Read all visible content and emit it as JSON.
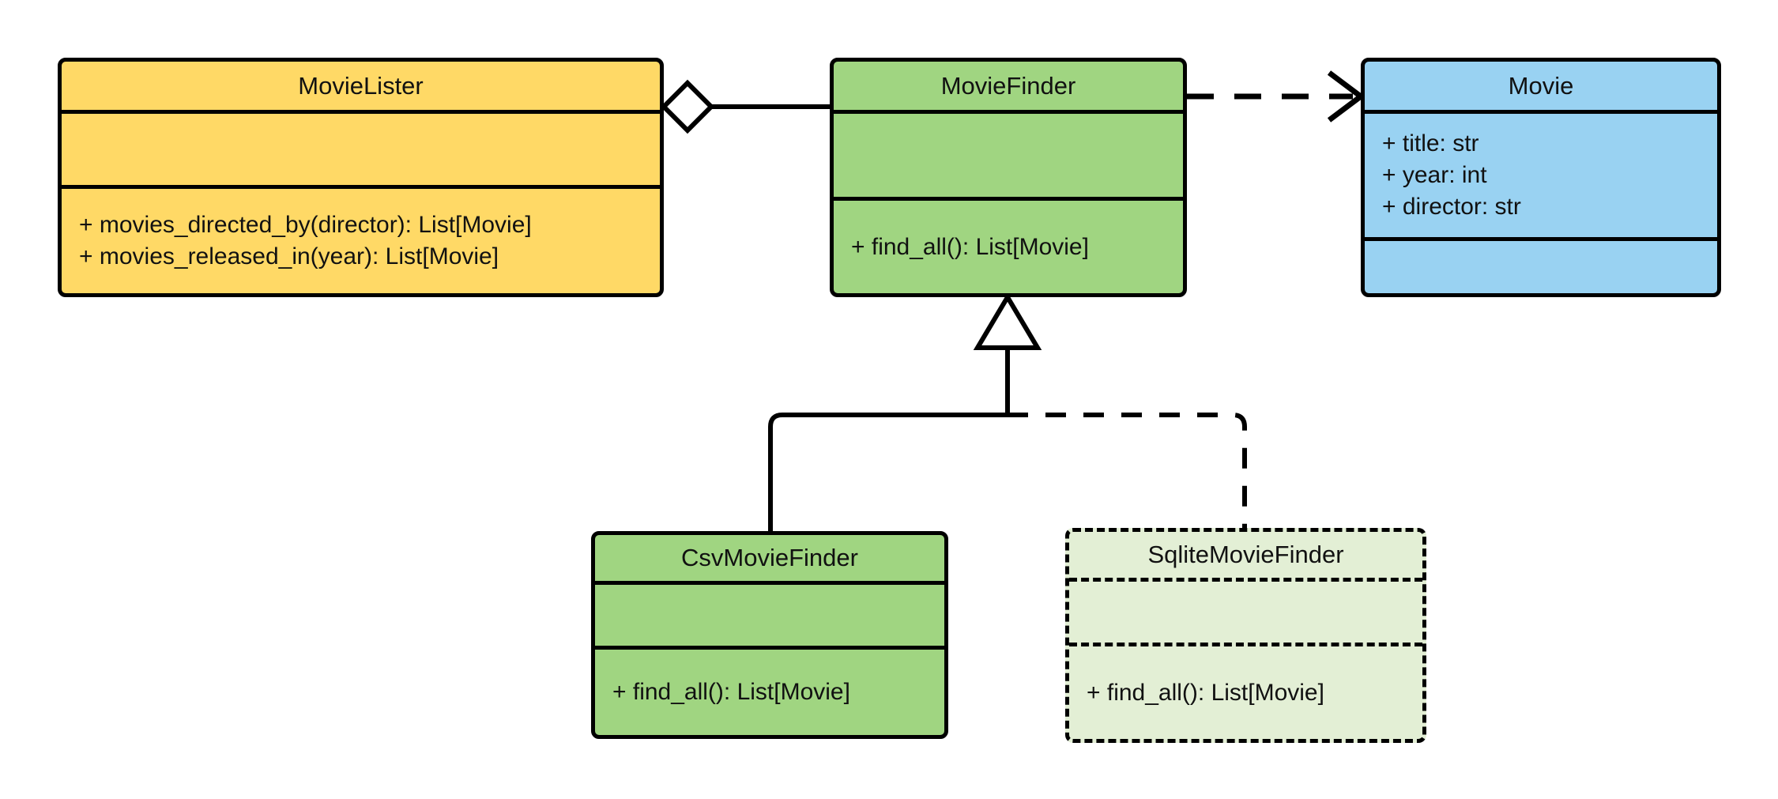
{
  "diagram": {
    "type": "uml-class-diagram",
    "background": "#ffffff",
    "palette": {
      "yellow": "#FFD966",
      "green": "#A0D581",
      "light_green": "#E3EFD5",
      "blue": "#99D2F2",
      "line": "#000000"
    }
  },
  "classes": {
    "movie_lister": {
      "name": "MovieLister",
      "fill": "#FFD966",
      "style": "solid",
      "attributes": [],
      "operations": [
        "+ movies_directed_by(director): List[Movie]",
        "+ movies_released_in(year): List[Movie]"
      ]
    },
    "movie_finder": {
      "name": "MovieFinder",
      "fill": "#A0D581",
      "style": "solid",
      "attributes": [],
      "operations": [
        "+ find_all(): List[Movie]"
      ]
    },
    "movie": {
      "name": "Movie",
      "fill": "#99D2F2",
      "style": "solid",
      "attributes": [
        "+ title: str",
        "+ year: int",
        "+ director: str"
      ],
      "operations": []
    },
    "csv_movie_finder": {
      "name": "CsvMovieFinder",
      "fill": "#A0D581",
      "style": "solid",
      "attributes": [],
      "operations": [
        "+ find_all(): List[Movie]"
      ]
    },
    "sqlite_movie_finder": {
      "name": "SqliteMovieFinder",
      "fill": "#E3EFD5",
      "style": "dashed",
      "attributes": [],
      "operations": [
        "+ find_all(): List[Movie]"
      ]
    }
  },
  "relationships": [
    {
      "id": "aggregation-lister-finder",
      "kind": "aggregation",
      "from": "MovieLister",
      "to": "MovieFinder",
      "line": "solid",
      "source_marker": "hollow-diamond",
      "target_marker": "none"
    },
    {
      "id": "dependency-finder-movie",
      "kind": "dependency",
      "from": "MovieFinder",
      "to": "Movie",
      "line": "dashed",
      "source_marker": "none",
      "target_marker": "open-arrow"
    },
    {
      "id": "generalization-csv-finder",
      "kind": "generalization",
      "from": "CsvMovieFinder",
      "to": "MovieFinder",
      "line": "solid",
      "source_marker": "none",
      "target_marker": "hollow-triangle"
    },
    {
      "id": "generalization-sqlite-finder",
      "kind": "generalization",
      "from": "SqliteMovieFinder",
      "to": "MovieFinder",
      "line": "dashed",
      "source_marker": "none",
      "target_marker": "hollow-triangle"
    }
  ]
}
